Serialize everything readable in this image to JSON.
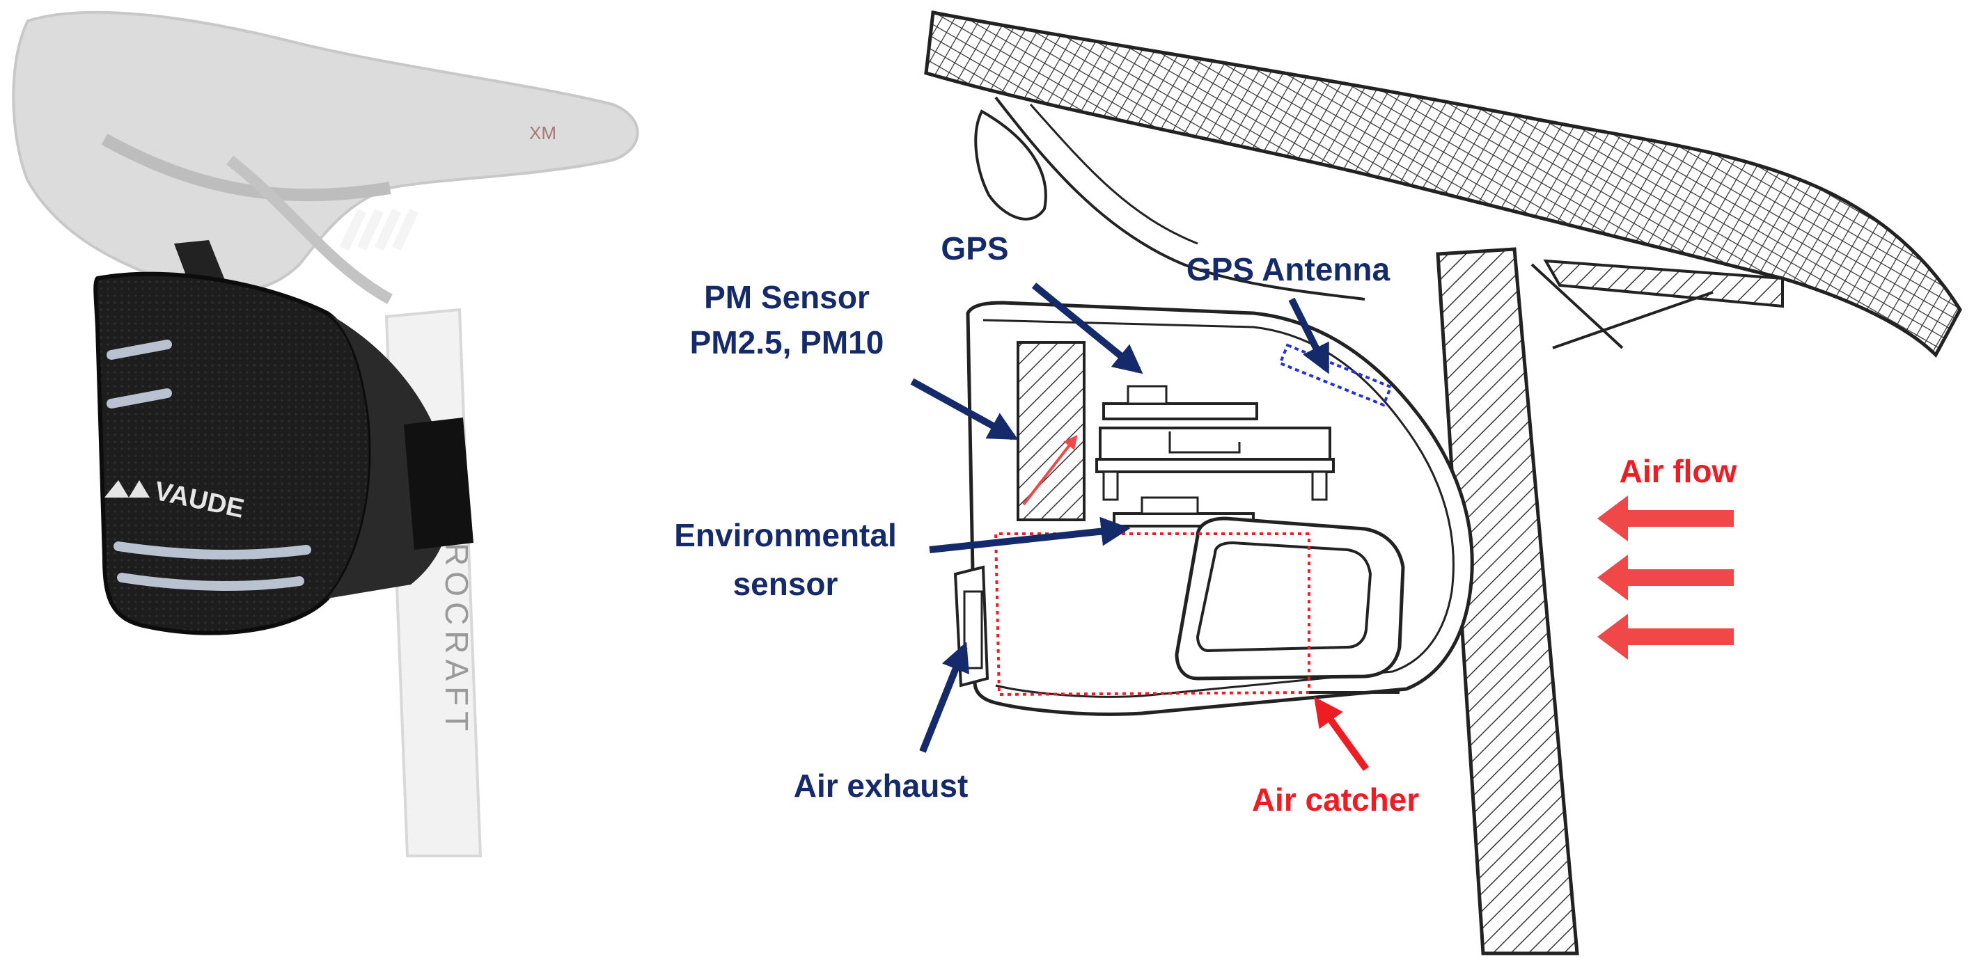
{
  "photo": {
    "saddle_mark": "XM",
    "bag_brand": "VAUDE",
    "seatpost_brand": "ROCRAFT"
  },
  "labels": {
    "gps": "GPS",
    "gps_antenna": "GPS Antenna",
    "pm_sensor_line1": "PM Sensor",
    "pm_sensor_line2": "PM2.5, PM10",
    "env_sensor_line1": "Environmental",
    "env_sensor_line2": "sensor",
    "air_exhaust": "Air exhaust",
    "air_catcher": "Air catcher",
    "air_flow": "Air flow"
  },
  "colors": {
    "label_navy": "#142a6a",
    "label_red": "#ee1c23",
    "airflow_arrow": "#f04848",
    "line_art": "#2b2b2b",
    "photo_grey": "#c9c9c9",
    "bag_black": "#151515"
  }
}
